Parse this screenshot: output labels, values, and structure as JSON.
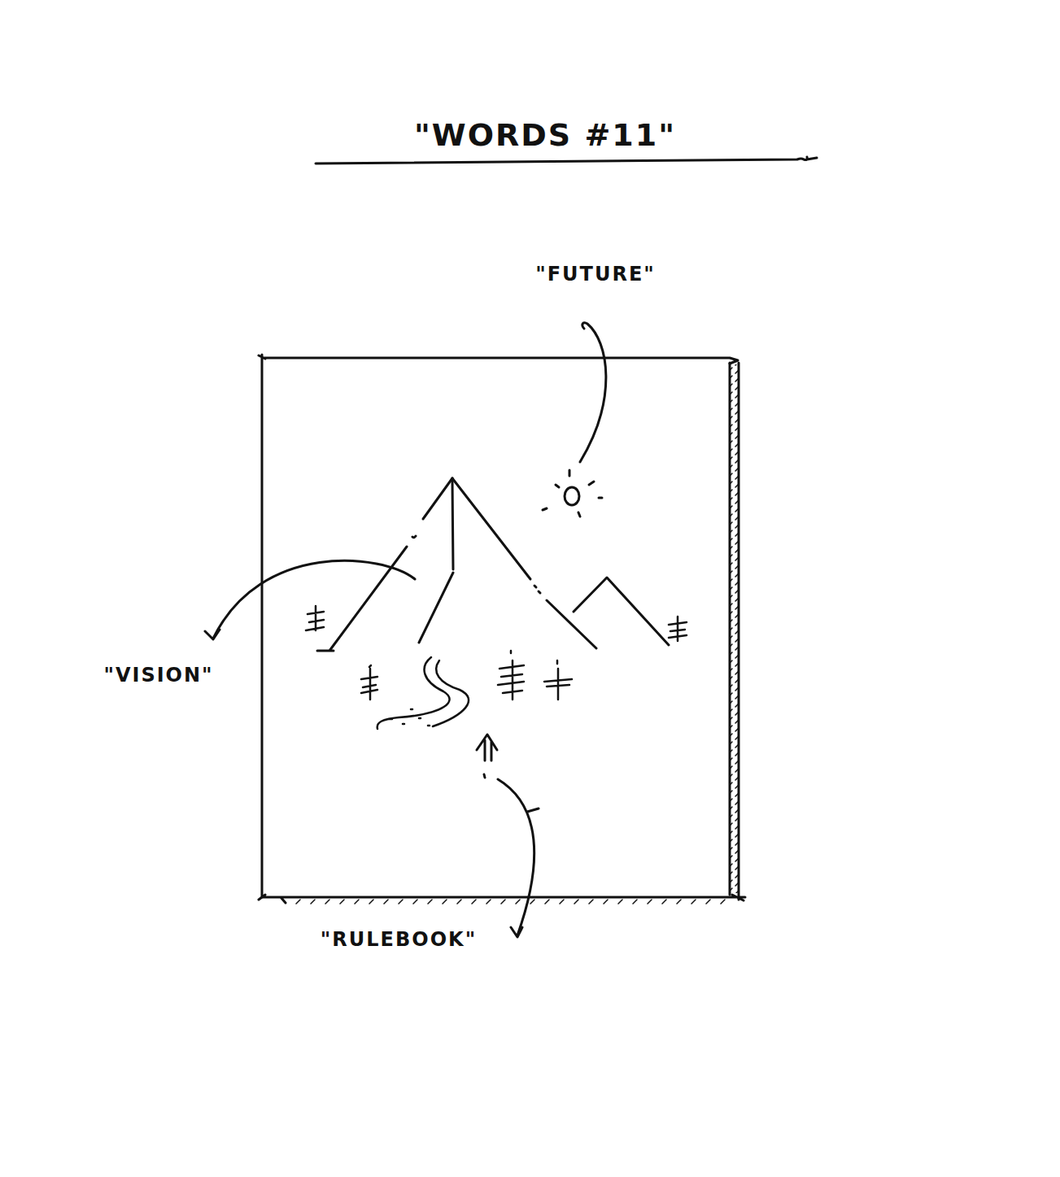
{
  "diagram": {
    "title": "\"WORDS #11\"",
    "labels": [
      "\"FUTURE\"",
      "\"VISION\"",
      "\"RULEBOOK\""
    ]
  }
}
